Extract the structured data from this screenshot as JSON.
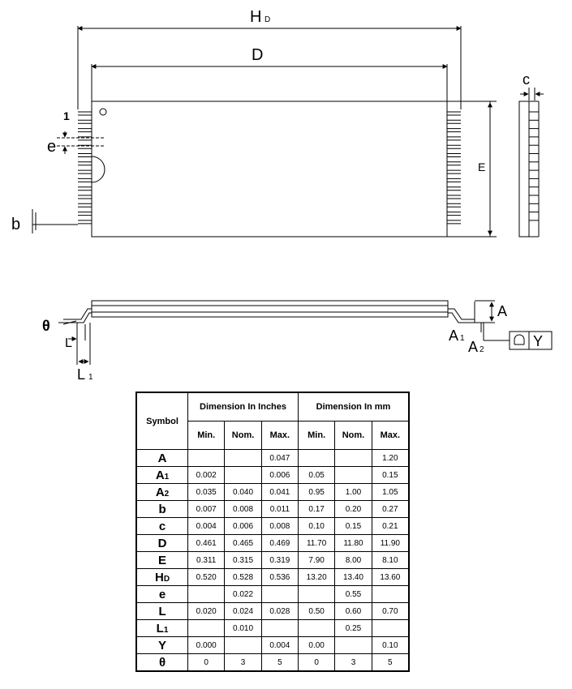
{
  "top_view": {
    "label_hd": "H",
    "label_hd_sub": "D",
    "label_d": "D",
    "label_e_height": "E",
    "label_pin1": "1",
    "label_e_pitch": "e",
    "label_b": "b",
    "label_c": "c"
  },
  "side_view": {
    "label_theta": "θ",
    "label_l": "L",
    "label_l1": "L",
    "label_l1_sub": "1",
    "label_a": "A",
    "label_a1": "A",
    "label_a1_sub": "1",
    "label_a2": "A",
    "label_a2_sub": "2",
    "label_y": "Y"
  },
  "table": {
    "symbol_header": "Symbol",
    "inch_header": "Dimension In Inches",
    "mm_header": "Dimension In mm",
    "sub_headers": [
      "Min.",
      "Nom.",
      "Max.",
      "Min.",
      "Nom.",
      "Max."
    ],
    "rows": [
      {
        "symbol": "A",
        "sub": "",
        "values": [
          "",
          "",
          "0.047",
          "",
          "",
          "1.20"
        ]
      },
      {
        "symbol": "A",
        "sub": "1",
        "values": [
          "0.002",
          "",
          "0.006",
          "0.05",
          "",
          "0.15"
        ]
      },
      {
        "symbol": "A",
        "sub": "2",
        "values": [
          "0.035",
          "0.040",
          "0.041",
          "0.95",
          "1.00",
          "1.05"
        ]
      },
      {
        "symbol": "b",
        "sub": "",
        "values": [
          "0.007",
          "0.008",
          "0.011",
          "0.17",
          "0.20",
          "0.27"
        ]
      },
      {
        "symbol": "c",
        "sub": "",
        "values": [
          "0.004",
          "0.006",
          "0.008",
          "0.10",
          "0.15",
          "0.21"
        ]
      },
      {
        "symbol": "D",
        "sub": "",
        "values": [
          "0.461",
          "0.465",
          "0.469",
          "11.70",
          "11.80",
          "11.90"
        ]
      },
      {
        "symbol": "E",
        "sub": "",
        "values": [
          "0.311",
          "0.315",
          "0.319",
          "7.90",
          "8.00",
          "8.10"
        ]
      },
      {
        "symbol": "H",
        "sub": "D",
        "values": [
          "0.520",
          "0.528",
          "0.536",
          "13.20",
          "13.40",
          "13.60"
        ]
      },
      {
        "symbol": "e",
        "sub": "",
        "values": [
          "",
          "0.022",
          "",
          "",
          "0.55",
          ""
        ]
      },
      {
        "symbol": "L",
        "sub": "",
        "values": [
          "0.020",
          "0.024",
          "0.028",
          "0.50",
          "0.60",
          "0.70"
        ]
      },
      {
        "symbol": "L",
        "sub": "1",
        "values": [
          "",
          "0.010",
          "",
          "",
          "0.25",
          ""
        ]
      },
      {
        "symbol": "Y",
        "sub": "",
        "values": [
          "0.000",
          "",
          "0.004",
          "0.00",
          "",
          "0.10"
        ]
      },
      {
        "symbol": "θ",
        "sub": "",
        "values": [
          "0",
          "3",
          "5",
          "0",
          "3",
          "5"
        ]
      }
    ]
  }
}
